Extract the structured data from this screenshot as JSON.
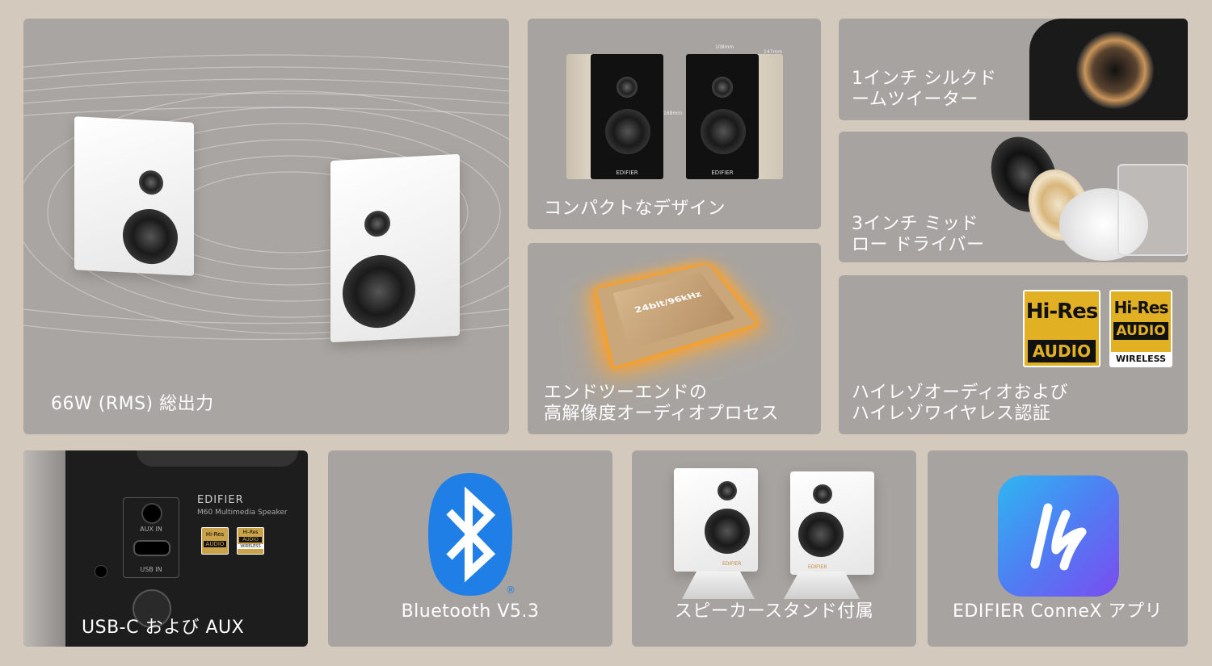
{
  "tiles": {
    "power": {
      "caption": "66W (RMS) 総出力"
    },
    "compact": {
      "caption": "コンパクトなデザイン",
      "brand_left": "EDIFIER",
      "brand_right": "EDIFIER",
      "dim_width": "108mm",
      "dim_depth": "147mm",
      "dim_height": "168mm"
    },
    "processor": {
      "chip_label": "24bit/96kHz",
      "caption_line1": "エンドツーエンドの",
      "caption_line2": "高解像度オーディオプロセス"
    },
    "tweeter": {
      "caption_line1": "1インチ シルクド",
      "caption_line2": "ームツイーター"
    },
    "midrange": {
      "caption_line1": "3インチ ミッド",
      "caption_line2": "ロー ドライバー"
    },
    "hires": {
      "caption_line1": "ハイレゾオーディオおよび",
      "caption_line2": "ハイレゾワイヤレス認証",
      "badge1_top": "Hi-Res",
      "badge1_bottom": "AUDIO",
      "badge2_top": "Hi-Res",
      "badge2_middle": "AUDIO",
      "badge2_bottom": "WIRELESS"
    },
    "ports": {
      "caption": "USB-C および AUX",
      "brand": "EDIFIER",
      "model": "M60  Multimedia Speaker",
      "aux_label": "AUX IN",
      "usb_label": "USB IN",
      "mini_badge1_top": "Hi-Res",
      "mini_badge1_bottom": "AUDIO",
      "mini_badge2_top": "Hi-Res",
      "mini_badge2_middle": "AUDIO",
      "mini_badge2_bottom": "WIRELESS"
    },
    "bluetooth": {
      "caption": "Bluetooth V5.3",
      "registered": "®"
    },
    "stand": {
      "caption": "スピーカースタンド付属",
      "brand_left": "EDIFIER",
      "brand_right": "EDIFIER"
    },
    "app": {
      "caption": "EDIFIER ConneX アプリ"
    }
  },
  "colors": {
    "background": "#d3c9bd",
    "tile": "#a7a3a0",
    "bluetooth_blue": "#1f7fe6",
    "app_gradient_start": "#2fb6f2",
    "app_gradient_end": "#7a4cf0",
    "hires_gold": "#e2b023"
  }
}
